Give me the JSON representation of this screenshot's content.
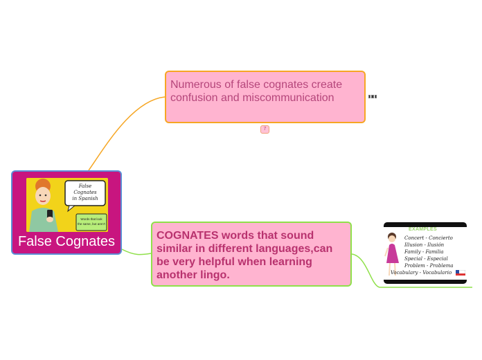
{
  "root": {
    "label": "False Cognates",
    "image": {
      "sign_line1": "False Cognates",
      "sign_line2": "in Spanish",
      "caption_line1": "Words that look",
      "caption_line2": "the same, but aren't"
    }
  },
  "topics": [
    {
      "text": "Numerous of false  cognates create confusion and miscommunication",
      "badge": "7",
      "border_color": "#f6a623"
    },
    {
      "text": "COGNATES words that sound similar in different languages,can be very helpful when learning another lingo.",
      "border_color": "#8fe04a"
    }
  ],
  "examples_image": {
    "title": "EXAMPLES",
    "lines": [
      "Concert - Concierto",
      "Illusion - Ilusión",
      "Family - Familia",
      "Special - Especial",
      "Problem - Problema",
      "Vocabulary - Vocabulario"
    ]
  },
  "colors": {
    "root_fill": "#c8157f",
    "topic_fill": "#ffb4d0",
    "link_orange": "#f6a623",
    "link_green": "#8fe04a"
  }
}
